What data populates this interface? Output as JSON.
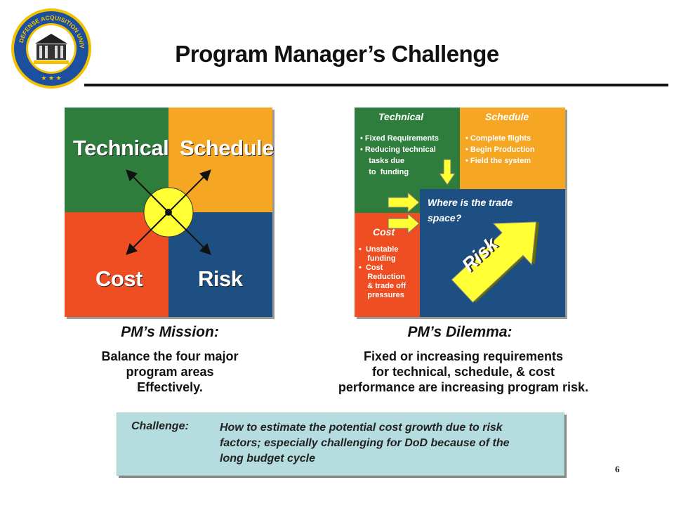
{
  "slide": {
    "title": "Program Manager’s Challenge",
    "page_number": "6",
    "logo_icon": "defense-acquisition-university-seal-icon"
  },
  "left_panel": {
    "quadrants": {
      "technical": "Technical",
      "schedule": "Schedule",
      "cost": "Cost",
      "risk": "Risk"
    },
    "colors": {
      "technical": "#2e7d3c",
      "schedule": "#f5a623",
      "cost": "#ef4e23",
      "risk": "#1e4f82",
      "center": "#ffff33"
    },
    "caption_head": "PM’s Mission:",
    "caption_lines": [
      "Balance the four major",
      "program areas",
      "Effectively."
    ]
  },
  "right_panel": {
    "technical": {
      "head": "Technical",
      "bullets": [
        "•  Fixed Requirements",
        "•  Reducing technical",
        "    tasks due",
        "    to  funding"
      ]
    },
    "schedule": {
      "head": "Schedule",
      "bullets": [
        "•  Complete flights",
        "•  Begin Production",
        "•  Field the system"
      ]
    },
    "cost": {
      "head": "Cost",
      "bullets": [
        "•  Unstable",
        "    funding",
        "•  Cost",
        "    Reduction",
        "    & trade off",
        "    pressures"
      ]
    },
    "risk_box_text": [
      "Where is the trade",
      "space?"
    ],
    "risk_arrow_label": "Risk",
    "caption_head": "PM’s Dilemma:",
    "caption_lines": [
      "Fixed or increasing requirements",
      "for technical, schedule, & cost",
      "performance are increasing program risk."
    ]
  },
  "challenge": {
    "label": "Challenge:",
    "lines": [
      "How to estimate the potential cost growth due to risk",
      "factors; especially challenging for DoD because of the",
      "long budget cycle"
    ]
  }
}
